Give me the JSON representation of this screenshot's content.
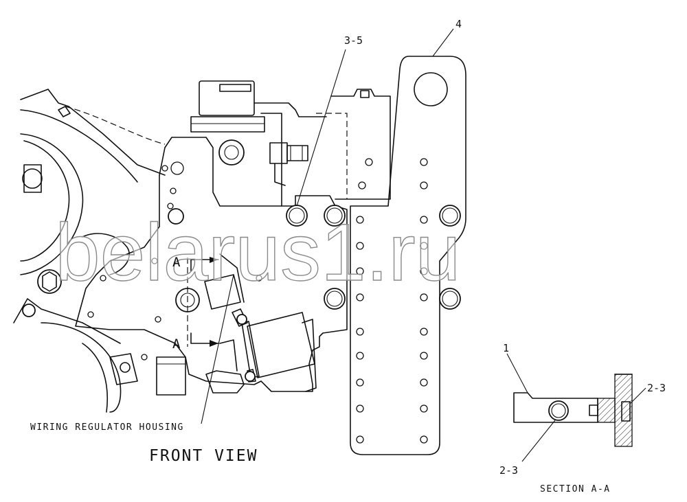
{
  "labels": {
    "callout_3_5": "3-5",
    "callout_4": "4",
    "callout_1": "1",
    "callout_2_3_right": "2-3",
    "callout_2_3_bottom": "2-3",
    "section_a_top": "A",
    "section_a_bottom": "A",
    "wiring_regulator_housing": "WIRING REGULATOR HOUSING",
    "front_view": "FRONT VIEW",
    "section_a_a": "SECTION A-A"
  },
  "watermark": "belarus1.ru"
}
